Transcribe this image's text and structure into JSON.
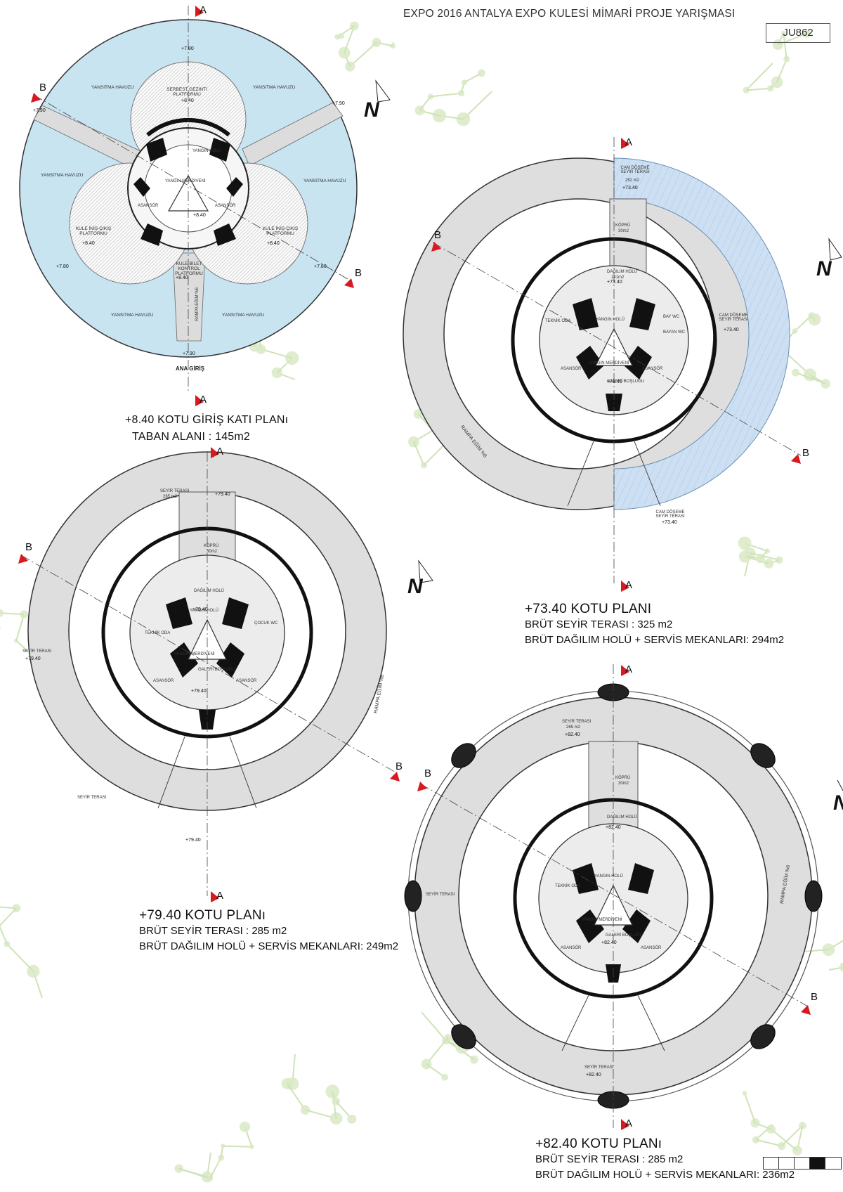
{
  "header": {
    "title": "EXPO 2016 ANTALYA EXPO KULESİ MİMARİ PROJE YARIŞMASI",
    "code": "JU862"
  },
  "section_letters": {
    "a": "A",
    "b": "B"
  },
  "north": "N",
  "colors": {
    "pool": "#c6e3f1",
    "walkway": "#dedede",
    "glass": "#cfe0f2",
    "wall": "#111111",
    "red_marker": "#d71920"
  },
  "plan1": {
    "title": "+8.40 KOTU GİRİŞ KATI PLANı",
    "area": "TABAN ALANI : 145m2",
    "labels": {
      "pool_nw": "YANSITMA HAVUZU",
      "pool_ne": "YANSITMA HAVUZU",
      "pool_w": "YANSITMA HAVUZU",
      "pool_e": "YANSITMA HAVUZU",
      "pool_sw": "YANSITMA HAVUZU",
      "pool_se": "YANSITMA HAVUZU",
      "platform_top": "SERBEST GEZİNTİ PLATFORMU",
      "platform_left": "KULE İNİŞ-ÇIKIŞ PLATFORMU",
      "platform_right": "KULE İNİŞ-ÇIKIŞ PLATFORMU",
      "entrance": "ANA GİRİŞ",
      "elevator": "ASANSÖR",
      "fire_stair": "YANGIN MERDİVENİ",
      "fire_hall": "YANGIN HOLÜ",
      "ticket": "KULE BİLET KONTROL PLATFORMU",
      "ramp": "RAMPA EĞİM %6"
    },
    "levels": {
      "center": "+8.40",
      "top": "+7.80",
      "left": "+7.90",
      "right": "+7.90",
      "bl": "+7.80",
      "br": "+7.80",
      "bottom": "+7.90",
      "platform_left": "+8.40",
      "platform_right": "+8.40",
      "platform_top": "+8.40",
      "bottom_in": "+8.40"
    }
  },
  "plan2": {
    "title": "+73.40 KOTU PLANI",
    "line1": "BRÜT SEYİR TERASI : 325 m2",
    "line2": "BRÜT DAĞILIM HOLÜ + SERVİS MEKANLARI: 294m2",
    "labels": {
      "glass_top": "CAM DÖŞEME SEYİR TERASI",
      "glass_top_area": "252 m2",
      "glass_right": "CAM DÖŞEME SEYİR TERASI",
      "glass_bottom": "CAM DÖŞEME SEYİR TERASI",
      "bridge": "KÖPRÜ",
      "bridge_area": "30m2",
      "hall": "DAĞILIM HOLÜ",
      "hall_area": "141m2",
      "ramp": "RAMPA EĞİM %6",
      "elevator": "ASANSÖR",
      "fire_hall": "YANGIN HOLÜ",
      "fire_stair": "YANGIN MERDİVENİ",
      "tech": "TEKNİK ODA",
      "wc_m": "BAY WC",
      "wc_f": "BAYAN WC",
      "gallery": "GALERİ BOŞLUĞU"
    },
    "levels": {
      "glass_top": "+73.40",
      "glass_right": "+73.40",
      "glass_bottom": "+73.40",
      "hall": "+73.40",
      "center": "+73.40"
    }
  },
  "plan3": {
    "title": "+79.40 KOTU PLANı",
    "line1": "BRÜT SEYİR TERASI : 285 m2",
    "line2": "BRÜT DAĞILIM HOLÜ + SERVİS MEKANLARI: 249m2",
    "labels": {
      "terrace_top": "SEYİR TERASI",
      "terrace_top_area": "265 m2",
      "terrace_left": "SEYİR TERASI",
      "terrace_bottom": "SEYİR TERASI",
      "bridge": "KÖPRÜ",
      "bridge_area": "30m2",
      "hall": "DAĞILIM HOLÜ",
      "ramp": "RAMPA EĞİM %6",
      "elevator": "ASANSÖR",
      "fire_hall": "YANGIN HOLÜ",
      "fire_stair": "YANGIN MERDİVENİ",
      "tech": "TEKNİK ODA",
      "child_wc": "ÇOCUK WC",
      "gallery": "GALERİ BOŞLUĞU"
    },
    "levels": {
      "top": "+79.40",
      "left": "+79.40",
      "bottom": "+79.40",
      "hall": "+79.40",
      "center": "+79.40"
    }
  },
  "plan4": {
    "title": "+82.40 KOTU PLANı",
    "line1": "BRÜT SEYİR TERASI : 285 m2",
    "line2": "BRÜT DAĞILIM HOLÜ + SERVİS MEKANLARI: 236m2",
    "labels": {
      "terrace_top": "SEYİR TERASI",
      "terrace_top_area": "265 m2",
      "terrace_left": "SEYİR TERASI",
      "terrace_bottom": "SEYİR TERASI",
      "bridge": "KÖPRÜ",
      "bridge_area": "30m2",
      "hall": "DAĞILIM HOLÜ",
      "ramp": "RAMPA EĞİM %6",
      "elevator": "ASANSÖR",
      "fire_hall": "YANGIN HOLÜ",
      "fire_stair": "YANGIN MERDİVENİ",
      "tech": "TEKNİK ODA",
      "gallery": "GALERİ BOŞLUĞU"
    },
    "levels": {
      "top": "+82.40",
      "bottom": "+82.40",
      "hall": "+82.40",
      "center": "+82.40"
    }
  }
}
